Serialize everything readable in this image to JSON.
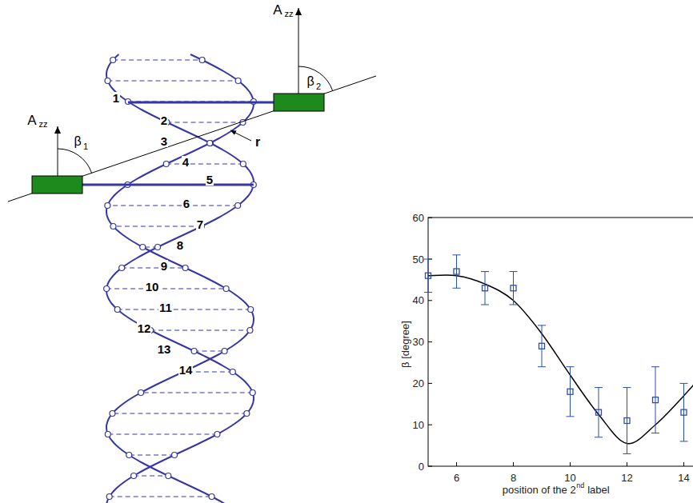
{
  "diagram": {
    "labels": [
      "1",
      "2",
      "3",
      "4",
      "5",
      "6",
      "7",
      "8",
      "9",
      "10",
      "11",
      "12",
      "13",
      "14",
      "A",
      "zz",
      "β",
      "2",
      "A",
      "zz",
      "β",
      "1",
      "r",
      "0",
      "10",
      "20",
      "30",
      "40",
      "50",
      "60",
      "6",
      "8",
      "10",
      "12",
      "14",
      "β [degree]",
      "position of the 2",
      "nd",
      "label"
    ]
  }
}
